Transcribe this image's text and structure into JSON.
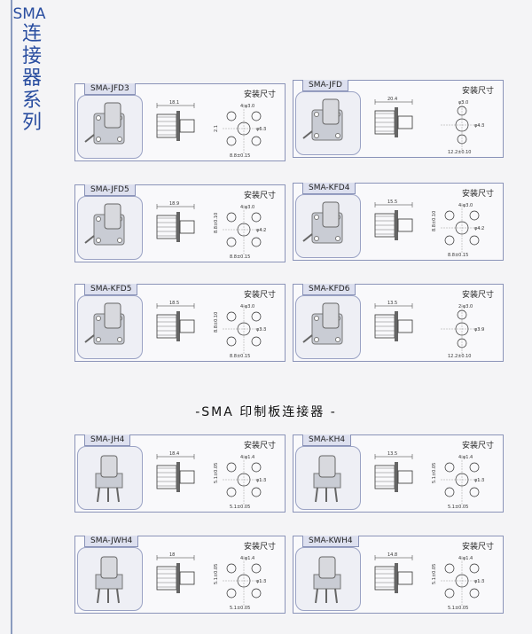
{
  "side_title": {
    "latin": "SMA",
    "cjk": [
      "连",
      "接",
      "器",
      "系",
      "列"
    ]
  },
  "install_label": "安装尺寸",
  "section_title": "-SMA 印制板连接器 -",
  "cards": [
    {
      "id": "SMA-JFD3",
      "label": "SMA-JFD3",
      "dims": [
        "18.1",
        "4-φ3.0",
        "φ6.3",
        "8.8±0.15",
        "2.1"
      ]
    },
    {
      "id": "SMA-JFD",
      "label": "SMA-JFD",
      "dims": [
        "20.4",
        "φ3.0",
        "φ4.3",
        "12.2±0.10"
      ]
    },
    {
      "id": "SMA-JFD5",
      "label": "SMA-JFD5",
      "dims": [
        "18.9",
        "4-φ3.0",
        "φ4.2",
        "8.8±0.15",
        "8.8±0.10"
      ]
    },
    {
      "id": "SMA-KFD4",
      "label": "SMA-KFD4",
      "dims": [
        "15.5",
        "4-φ3.0",
        "φ4.2",
        "8.8±0.15",
        "8.8±0.10"
      ]
    },
    {
      "id": "SMA-KFD5",
      "label": "SMA-KFD5",
      "dims": [
        "18.5",
        "4-φ3.0",
        "φ3.3",
        "8.8±0.15",
        "8.8±0.10"
      ]
    },
    {
      "id": "SMA-KFD6",
      "label": "SMA-KFD6",
      "dims": [
        "13.5",
        "2-φ3.0",
        "φ3.9",
        "12.2±0.10"
      ]
    },
    {
      "id": "SMA-JH4",
      "label": "SMA-JH4",
      "dims": [
        "18.4",
        "4-φ1.4",
        "φ1.3",
        "5.1±0.05",
        "5.1±0.05"
      ]
    },
    {
      "id": "SMA-KH4",
      "label": "SMA-KH4",
      "dims": [
        "13.5",
        "4-φ1.4",
        "φ1.3",
        "5.1±0.05",
        "5.1±0.05"
      ]
    },
    {
      "id": "SMA-JWH4",
      "label": "SMA-JWH4",
      "dims": [
        "18",
        "4-φ1.4",
        "φ1.3",
        "5.1±0.05",
        "5.1±0.05"
      ]
    },
    {
      "id": "SMA-KWH4",
      "label": "SMA-KWH4",
      "dims": [
        "14.8",
        "4-φ1.4",
        "φ1.3",
        "5.1±0.05",
        "5.1±0.05"
      ]
    }
  ]
}
